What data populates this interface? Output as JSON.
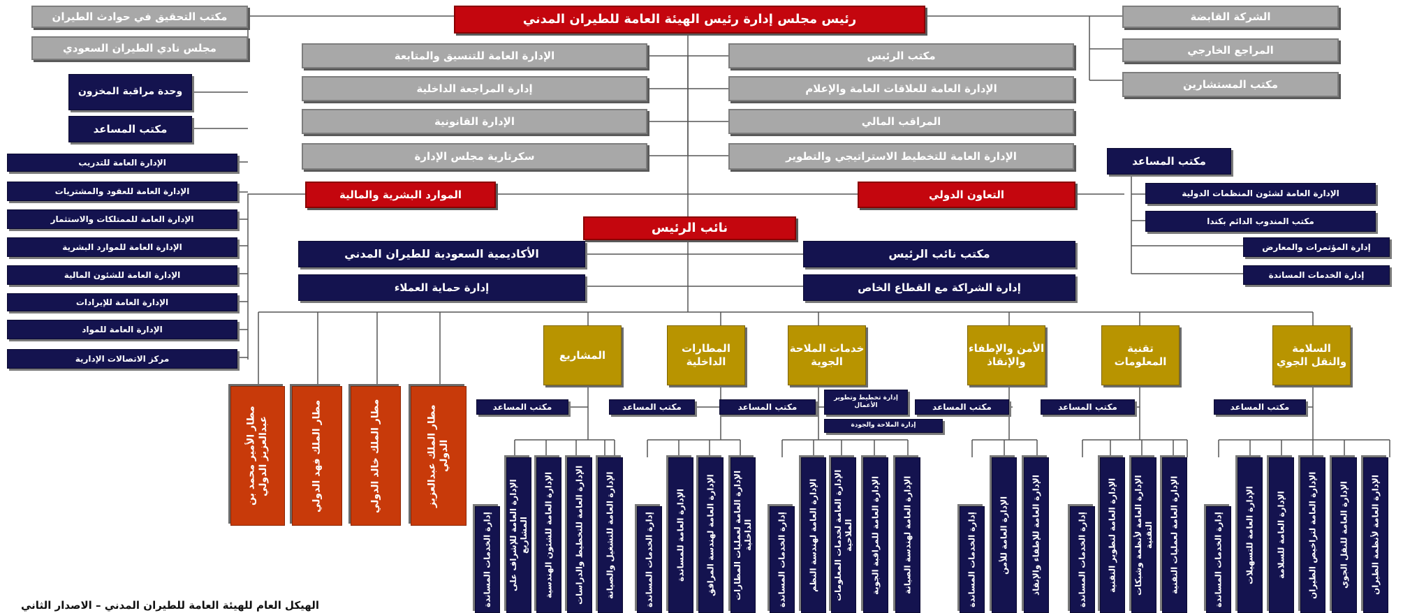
{
  "top": {
    "chairman": "رئيس مجلس إدارة رئيس الهيئة العامة للطيران المدني",
    "left_aux": [
      "مكتب التحقيق في حوادث الطيران",
      "مجلس نادي الطيران السعودي"
    ],
    "right_aux": [
      "الشركة القابضة",
      "المراجع الخارجي",
      "مكتب المستشارين"
    ]
  },
  "center_gray": {
    "left": [
      "الإدارة العامة للتنسيق والمتابعة",
      "إدارة المراجعة الداخلية",
      "الإدارة القانونية",
      "سكرتارية مجلس الإدارة"
    ],
    "right": [
      "مكتب الرئيس",
      "الإدارة العامة للعلاقات العامة والإعلام",
      "المراقب المالي",
      "الإدارة العامة للتخطيط الاستراتيجي والتطوير"
    ]
  },
  "hr": {
    "title": "الموارد البشرية والمالية",
    "unit": "وحدة مراقبة المخزون",
    "assistant": "مكتب المساعد",
    "items": [
      "الإدارة العامة للتدريب",
      "الإدارة العامة للعقود والمشتريات",
      "الإدارة العامة للممتلكات والاستثمار",
      "الإدارة العامة للموارد البشرية",
      "الإدارة العامة للشئون المالية",
      "الإدارة العامة للإيرادات",
      "الإدارة العامة للمواد",
      "مركز الاتصالات الإدارية"
    ]
  },
  "intl": {
    "title": "التعاون الدولي",
    "assistant": "مكتب المساعد",
    "items": [
      "الإدارة العامة لشئون المنظمات الدولية",
      "مكتب المندوب الدائم بكندا",
      "إدارة المؤتمرات والمعارض",
      "إدارة الخدمات المساندة"
    ]
  },
  "vp": {
    "title": "نائب الرئيس",
    "left": [
      "الأكاديمية السعودية للطيران المدني",
      "إدارة حماية العملاء"
    ],
    "right": [
      "مكتب نائب الرئيس",
      "إدارة الشراكة مع القطاع الخاص"
    ]
  },
  "airports": [
    "مطار الأمير محمد بن عبدالعزيز الدولي",
    "مطار الملك فهد الدولي",
    "مطار الملك خالد الدولي",
    "مطار الملك عبدالعزيز الدولي"
  ],
  "sectors": [
    {
      "title": "المشاريع",
      "assistant": "مكتب المساعد",
      "items": [
        "إدارة الخدمات المساندة",
        "الإدارة العامة للإشراف على المشاريع",
        "الإدارة العامة للشئون الهندسية",
        "الإدارة العامة للتخطيط والدراسات",
        "الإدارة العامة للتشغيل والصيانة"
      ]
    },
    {
      "title": "المطارات الداخلية",
      "assistant": "مكتب المساعد",
      "items": [
        "إدارة الخدمات المساندة",
        "الإدارة العامة للمساندة",
        "الإدارة العامة لهندسة المرافق",
        "الإدارة العامة لعمليات المطارات الداخلية"
      ]
    },
    {
      "title": "خدمات الملاحة الجوية",
      "assistant": "مكتب المساعد",
      "notes": [
        "إدارة تخطيط وتطوير الأعمال",
        "إدارة الملاحة والجودة"
      ],
      "items": [
        "إدارة الخدمات المساندة",
        "الإدارة العامة لهندسة النظم",
        "الإدارة العامة لخدمات المعلومات الملاحية",
        "الإدارة العامة للمراقبة الجوية",
        "الإدارة العامة لهندسة الصيانة"
      ]
    },
    {
      "title": "الأمن والإطفاء والإنقاذ",
      "assistant": "مكتب المساعد",
      "items": [
        "إدارة الخدمات المساندة",
        "الإدارة العامة للأمن",
        "الإدارة العامة للإطفاء والإنقاذ"
      ]
    },
    {
      "title": "تقنية المعلومات",
      "assistant": "مكتب المساعد",
      "items": [
        "إدارة الخدمات المساندة",
        "الإدارة العامة لتطوير التقنية",
        "الإدارة العامة لأنظمة وشبكات التقنية",
        "الإدارة العامة لعمليات التقنية"
      ]
    },
    {
      "title": "السلامة والنقل الجوي",
      "assistant": "مكتب المساعد",
      "items": [
        "إدارة الخدمات المساندة",
        "الإدارة العامة للتسهيلات",
        "الإدارة العامة للسلامة",
        "الإدارة العامة لتراخيص الطيران",
        "الإدارة العامة للنقل الجوي",
        "الإدارة العامة لأنظمة الطيران"
      ]
    }
  ],
  "caption": "الهيكل العام للهيئة العامة للطيران المدني – الاصدار الثاني"
}
